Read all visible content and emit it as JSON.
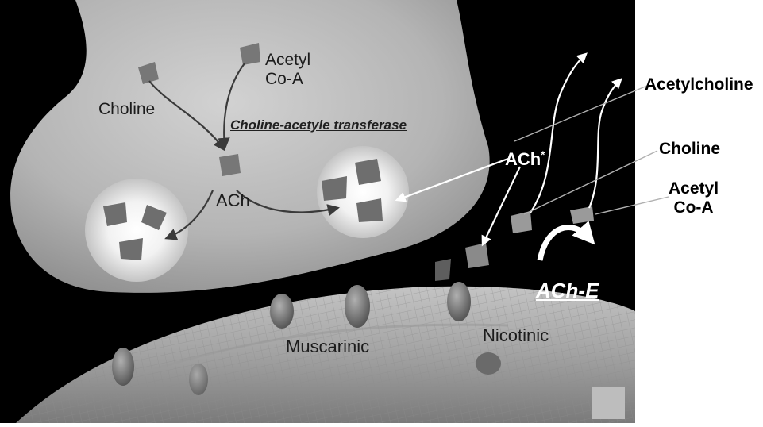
{
  "labels": {
    "acetyl_coa_top": [
      "Acetyl",
      "Co-A"
    ],
    "choline_top": "Choline",
    "enzyme": "Choline-acetyle transferase",
    "ach_presynaptic": "ACh",
    "ach_released": "ACh",
    "ach_released_sup": "*",
    "ache": "ACh-E",
    "muscarinic": "Muscarinic",
    "nicotinic": "Nicotinic"
  },
  "side_labels": {
    "acetylcholine": "Acetylcholine",
    "choline": "Choline",
    "acetyl_coa": [
      "Acetyl",
      "Co-A"
    ]
  },
  "colors": {
    "background": "#000000",
    "terminal": "#b5b5b5",
    "membrane": "#a8a8a8",
    "arrow_dark": "#3a3a3a",
    "arrow_light": "#ffffff"
  }
}
